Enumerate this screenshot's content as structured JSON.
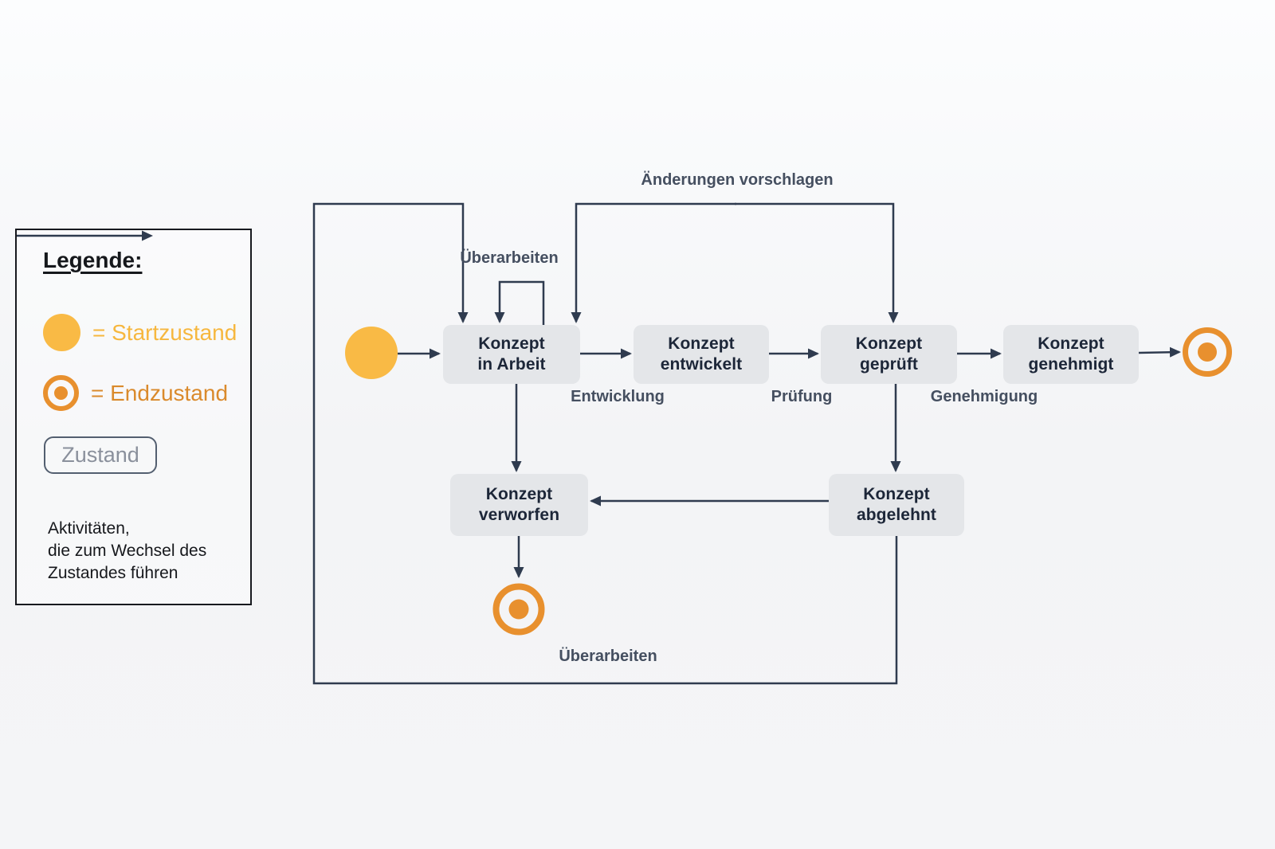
{
  "colors": {
    "state_fill": "#e4e6e9",
    "state_text": "#1c2638",
    "line": "#2f3b4f",
    "edge_label": "#454f60",
    "start_fill": "#f9ba45",
    "end_color": "#e8902e",
    "legend_start_text": "#f6b73e",
    "legend_end_text": "#da8a2c",
    "zustand_text": "#8a909c",
    "zustand_border": "#535f70"
  },
  "legend": {
    "title": "Legende:",
    "start_label": "= Startzustand",
    "end_label": "= Endzustand",
    "state_sample": "Zustand",
    "arrow_note": "Aktivitäten,\ndie zum Wechsel des\nZustandes führen"
  },
  "diagram": {
    "states": [
      {
        "id": "konzept-in-arbeit",
        "label": "Konzept\nin Arbeit"
      },
      {
        "id": "konzept-entwickelt",
        "label": "Konzept\nentwickelt"
      },
      {
        "id": "konzept-geprueft",
        "label": "Konzept\ngeprüft"
      },
      {
        "id": "konzept-genehmigt",
        "label": "Konzept\ngenehmigt"
      },
      {
        "id": "konzept-verworfen",
        "label": "Konzept\nverworfen"
      },
      {
        "id": "konzept-abgelehnt",
        "label": "Konzept\nabgelehnt"
      }
    ],
    "transitions": [
      {
        "from": "start",
        "to": "konzept-in-arbeit",
        "label": ""
      },
      {
        "from": "konzept-in-arbeit",
        "to": "konzept-entwickelt",
        "label": "Entwicklung"
      },
      {
        "from": "konzept-entwickelt",
        "to": "konzept-geprueft",
        "label": "Prüfung"
      },
      {
        "from": "konzept-geprueft",
        "to": "konzept-genehmigt",
        "label": "Genehmigung"
      },
      {
        "from": "konzept-genehmigt",
        "to": "endzustand",
        "label": ""
      },
      {
        "from": "konzept-in-arbeit",
        "to": "konzept-in-arbeit",
        "label": "Überarbeiten"
      },
      {
        "from": "konzept-geprueft",
        "to": "konzept-in-arbeit",
        "label": "Änderungen vorschlagen"
      },
      {
        "from": "konzept-abgelehnt",
        "to": "konzept-in-arbeit",
        "label": "Überarbeiten"
      },
      {
        "from": "konzept-in-arbeit",
        "to": "konzept-verworfen",
        "label": ""
      },
      {
        "from": "konzept-geprueft",
        "to": "konzept-abgelehnt",
        "label": ""
      },
      {
        "from": "konzept-abgelehnt",
        "to": "konzept-verworfen",
        "label": ""
      },
      {
        "from": "konzept-verworfen",
        "to": "endzustand",
        "label": ""
      }
    ]
  }
}
